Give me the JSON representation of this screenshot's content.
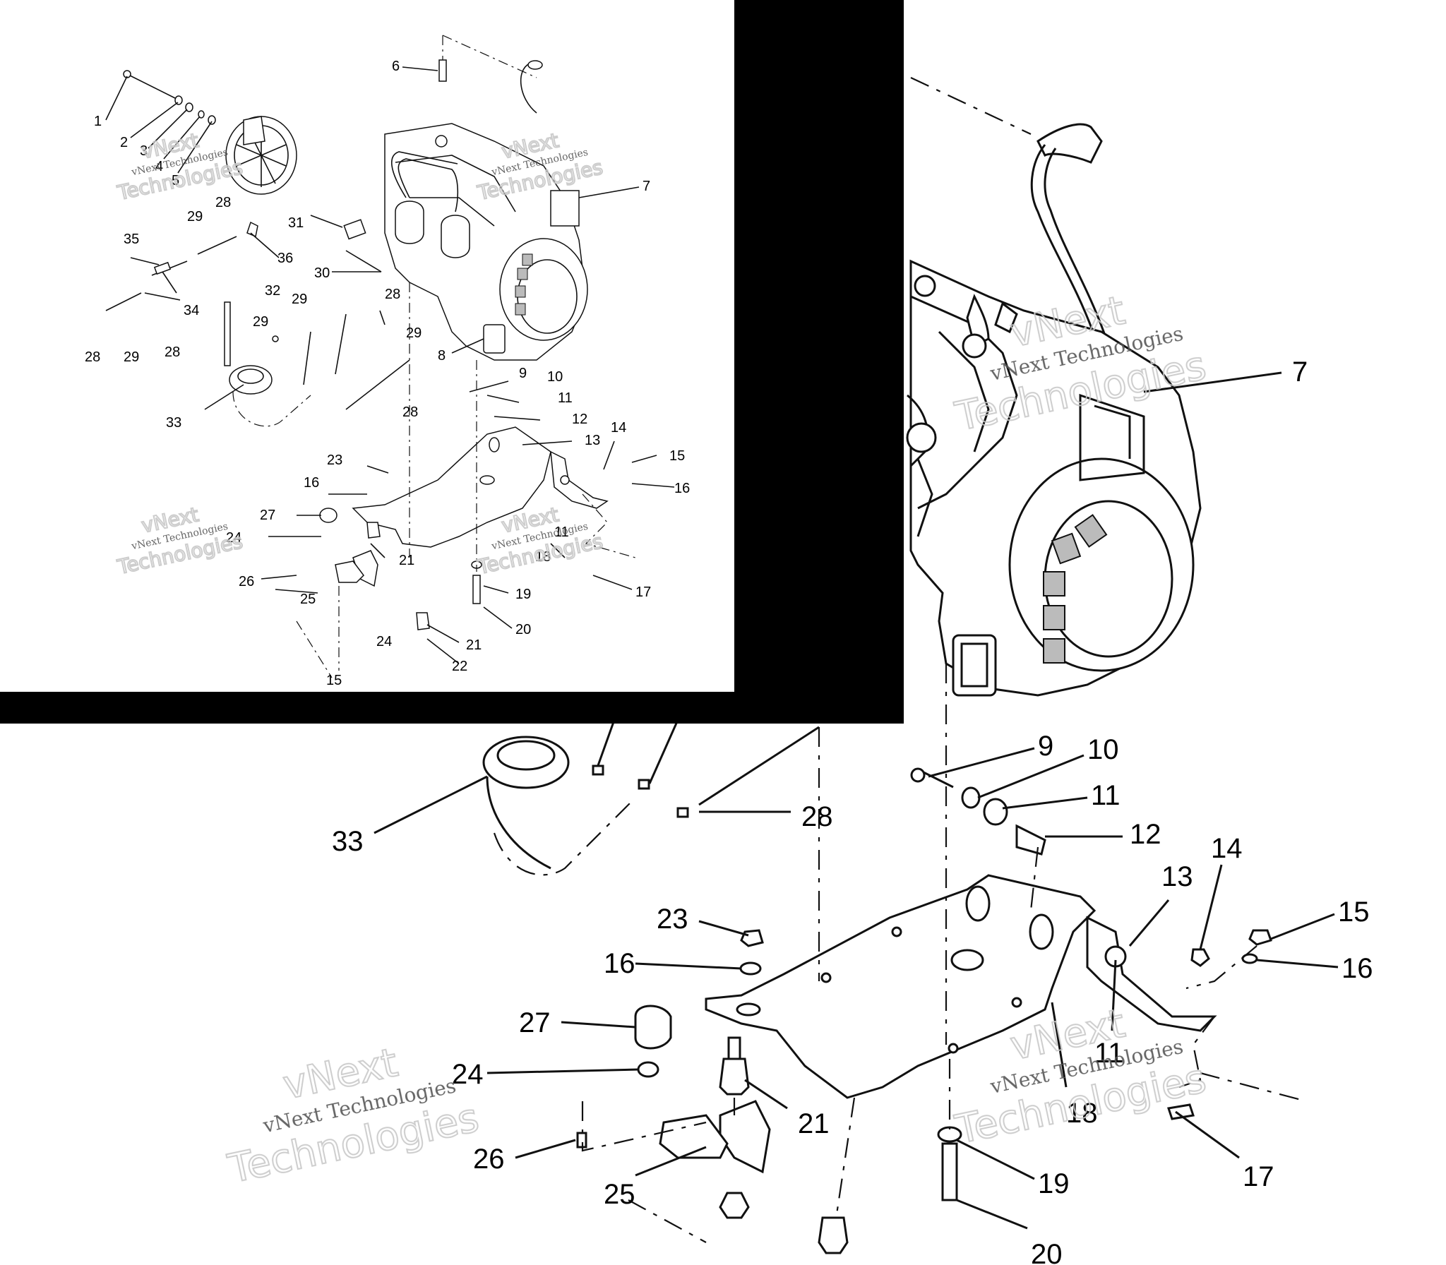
{
  "watermark": {
    "brand": "vNext",
    "company": "vNext Technologies",
    "word": "Technologies"
  },
  "colors": {
    "ink": "#111111",
    "background": "#ffffff",
    "mask": "#000000",
    "watermark": "#c8c8c8"
  },
  "zoomed_labels": {
    "l7": "7",
    "l9": "9",
    "l10": "10",
    "l11a": "11",
    "l11b": "11",
    "l12": "12",
    "l13": "13",
    "l14": "14",
    "l15": "15",
    "l16a": "16",
    "l16b": "16",
    "l17": "17",
    "l18": "18",
    "l19": "19",
    "l20": "20",
    "l21": "21",
    "l23": "23",
    "l24": "24",
    "l25": "25",
    "l26": "26",
    "l27": "27",
    "l28": "28",
    "l33": "33"
  },
  "inset_labels": {
    "l1": "1",
    "l2": "2",
    "l3": "3",
    "l4": "4",
    "l5": "5",
    "l6": "6",
    "l7": "7",
    "l8": "8",
    "l9": "9",
    "l10": "10",
    "l11a": "11",
    "l11b": "11",
    "l12": "12",
    "l13": "13",
    "l14": "14",
    "l15a": "15",
    "l15b": "15",
    "l16a": "16",
    "l16b": "16",
    "l17": "17",
    "l18": "18",
    "l19": "19",
    "l20": "20",
    "l21a": "21",
    "l21b": "21",
    "l22": "22",
    "l23": "23",
    "l24a": "24",
    "l24b": "24",
    "l25": "25",
    "l26": "26",
    "l27": "27",
    "l28a": "28",
    "l28b": "28",
    "l28c": "28",
    "l28d": "28",
    "l28e": "28",
    "l29a": "29",
    "l29b": "29",
    "l29c": "29",
    "l29d": "29",
    "l29e": "29",
    "l30": "30",
    "l31": "31",
    "l32": "32",
    "l33": "33",
    "l34": "34",
    "l35": "35",
    "l36": "36"
  }
}
